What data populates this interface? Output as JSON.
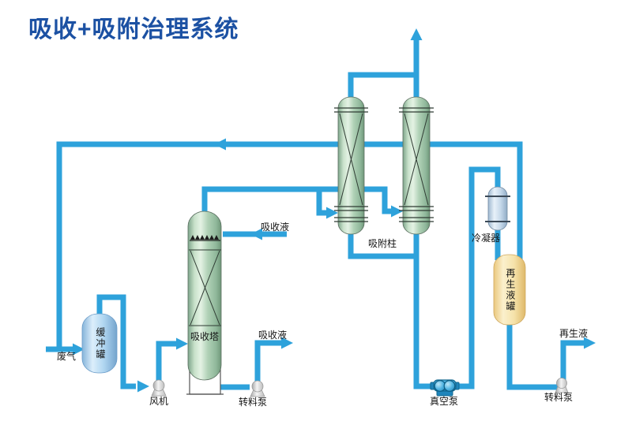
{
  "title": "吸收+吸附治理系统",
  "labels": {
    "waste_gas": "废气",
    "buffer_tank": "缓冲罐",
    "fan": "风机",
    "absorption_tower": "吸收塔",
    "transfer_pump_left": "转料泵",
    "absorption_liquid_in": "吸收液",
    "absorption_liquid_out": "吸收液",
    "adsorption_column": "吸附柱",
    "condenser": "冷凝器",
    "regen_tank": "再生液罐",
    "vacuum_pump": "真空泵",
    "regen_liquid_out": "再生液",
    "transfer_pump_right": "转料泵"
  },
  "colors": {
    "title_blue": "#1c51a3",
    "pipe_blue": "#2ea2db",
    "vessel_green_mid": "#a9cdb0",
    "buffer_tank_blue": "#a9d3f0",
    "regen_tank_yellow": "#f3dfa4",
    "condenser_blue": "#c3d8ea",
    "pump_gray": "#d9d9d9",
    "vacuum_pump_blue": "#2795ce",
    "label_black": "#141414"
  }
}
